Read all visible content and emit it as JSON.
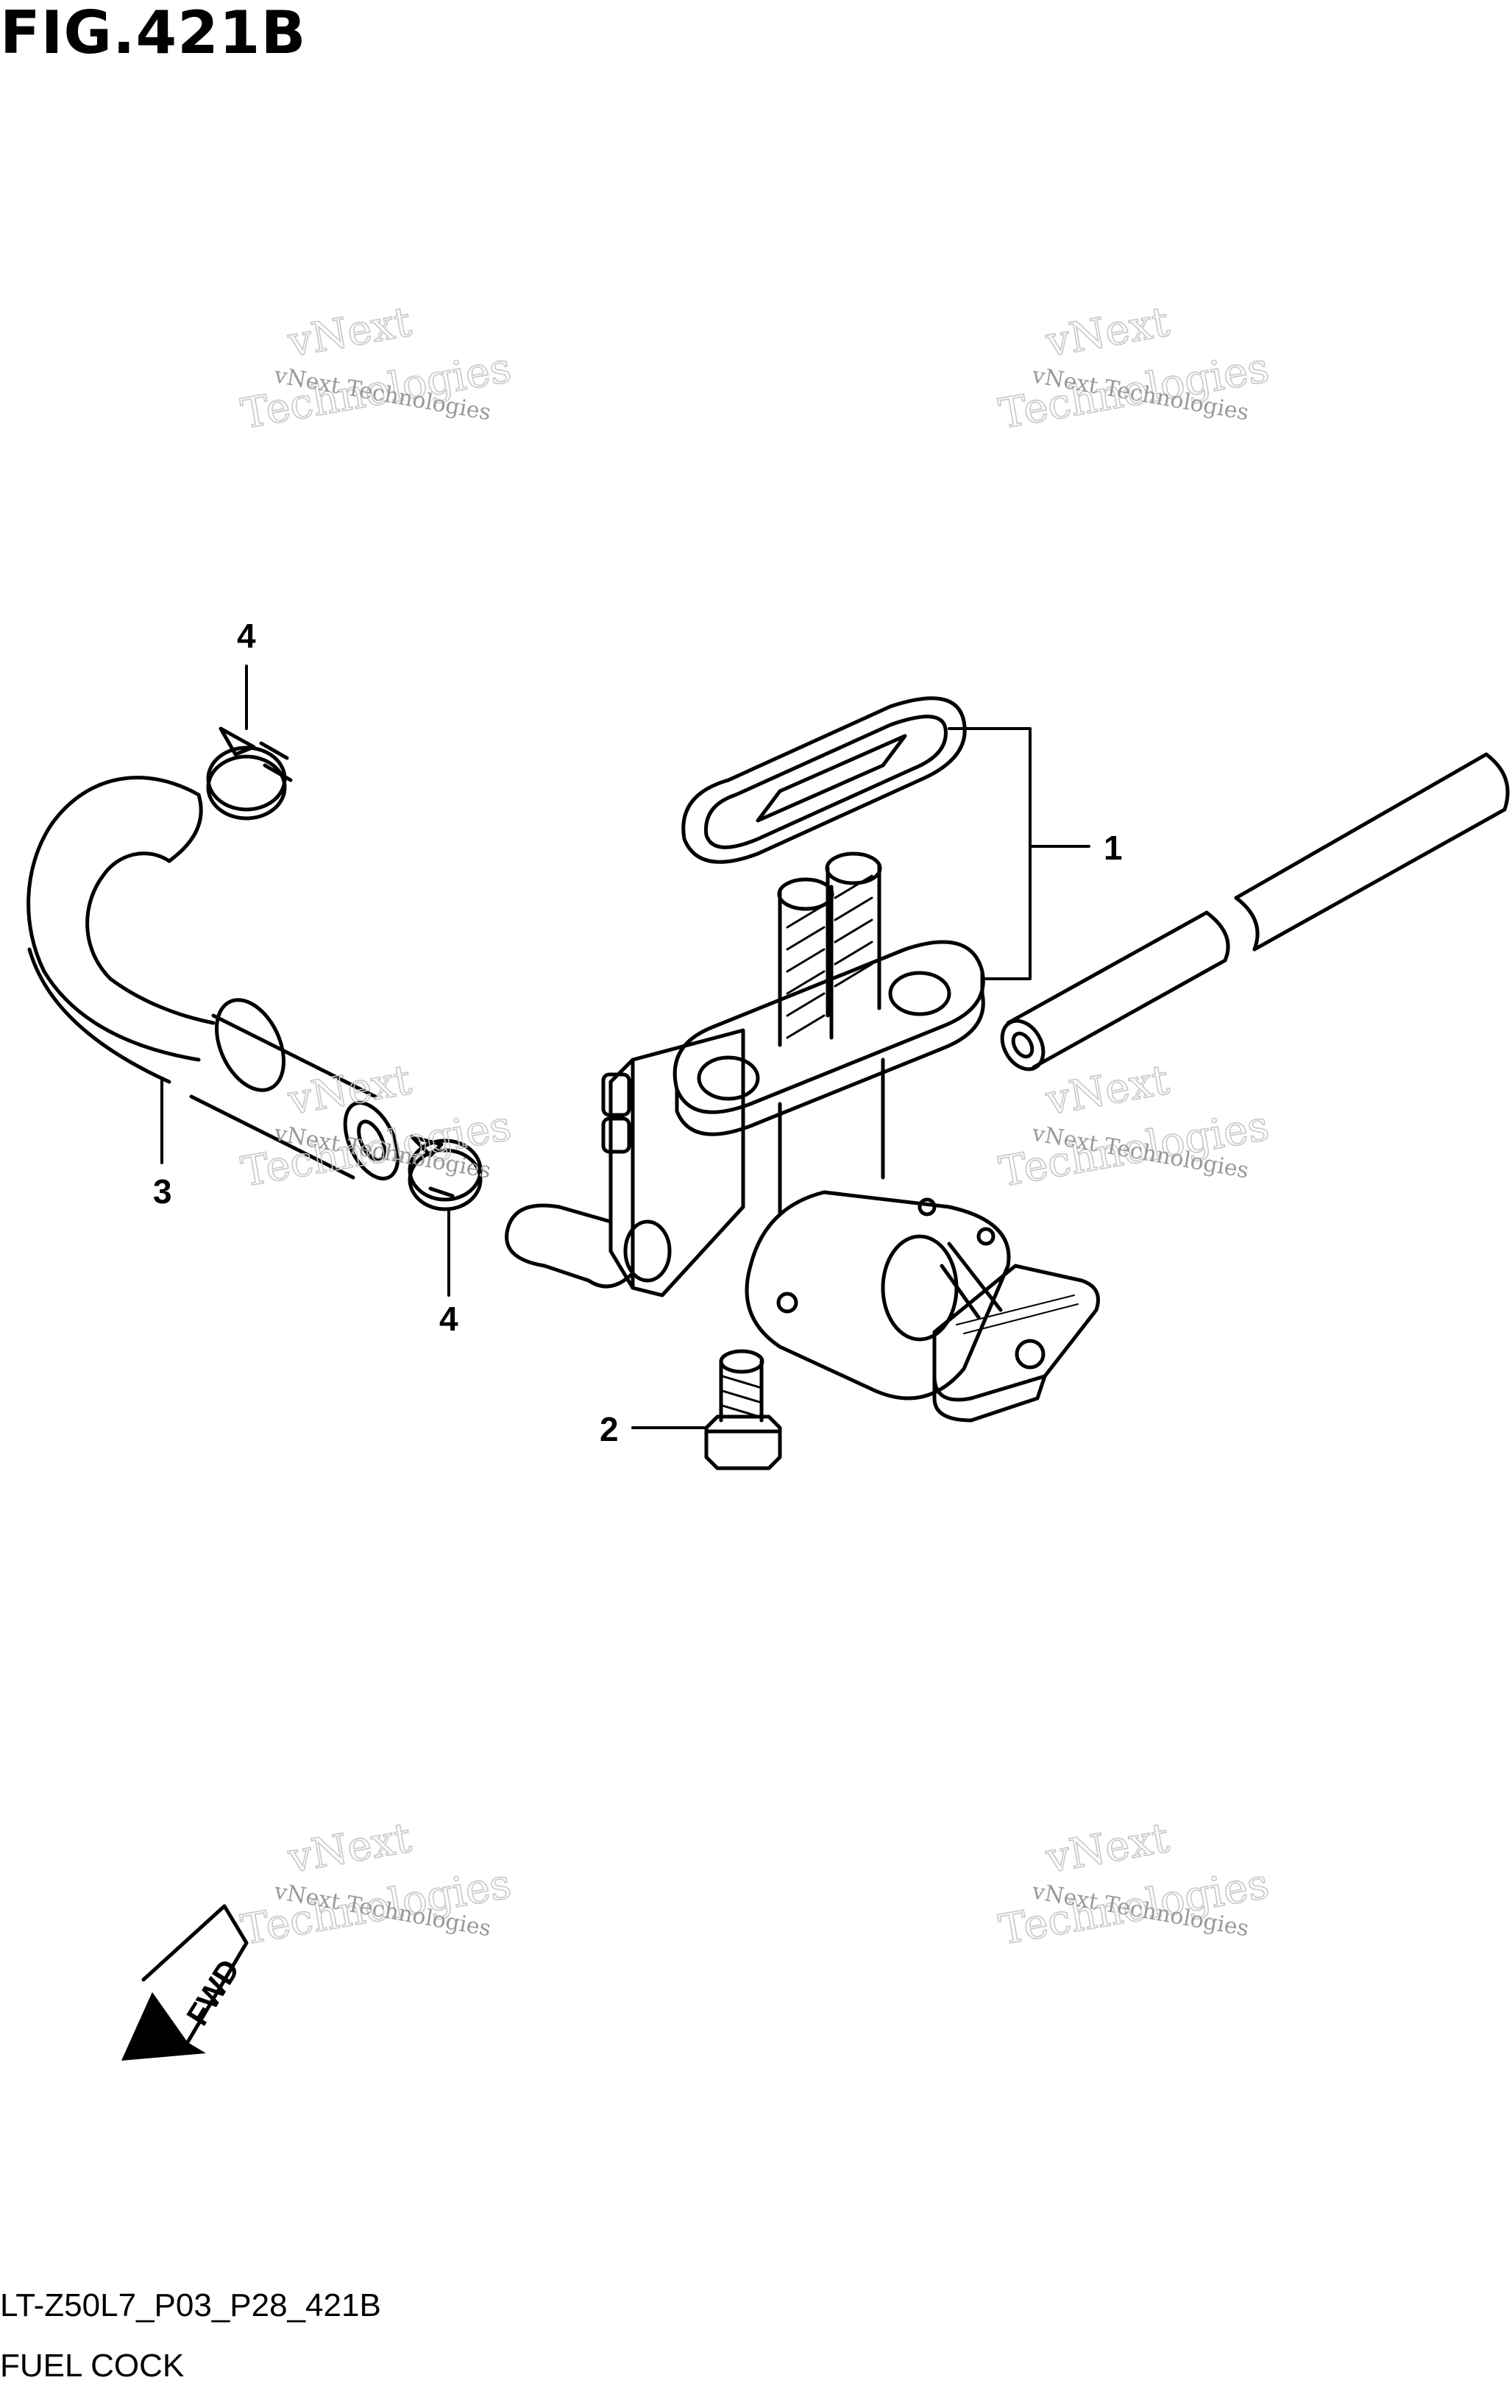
{
  "figure": {
    "title": "FIG.421B",
    "code": "LT-Z50L7_P03_P28_421B",
    "name": "FUEL COCK"
  },
  "callouts": {
    "c1": "1",
    "c2": "2",
    "c3": "3",
    "c4a": "4",
    "c4b": "4"
  },
  "fwd_label": "FWD",
  "watermark": {
    "small": "vNext Technologies",
    "line1": "vNext",
    "line2": "Technologies"
  },
  "colors": {
    "line": "#000000",
    "background": "#ffffff",
    "watermark": "#bfbfbf"
  }
}
